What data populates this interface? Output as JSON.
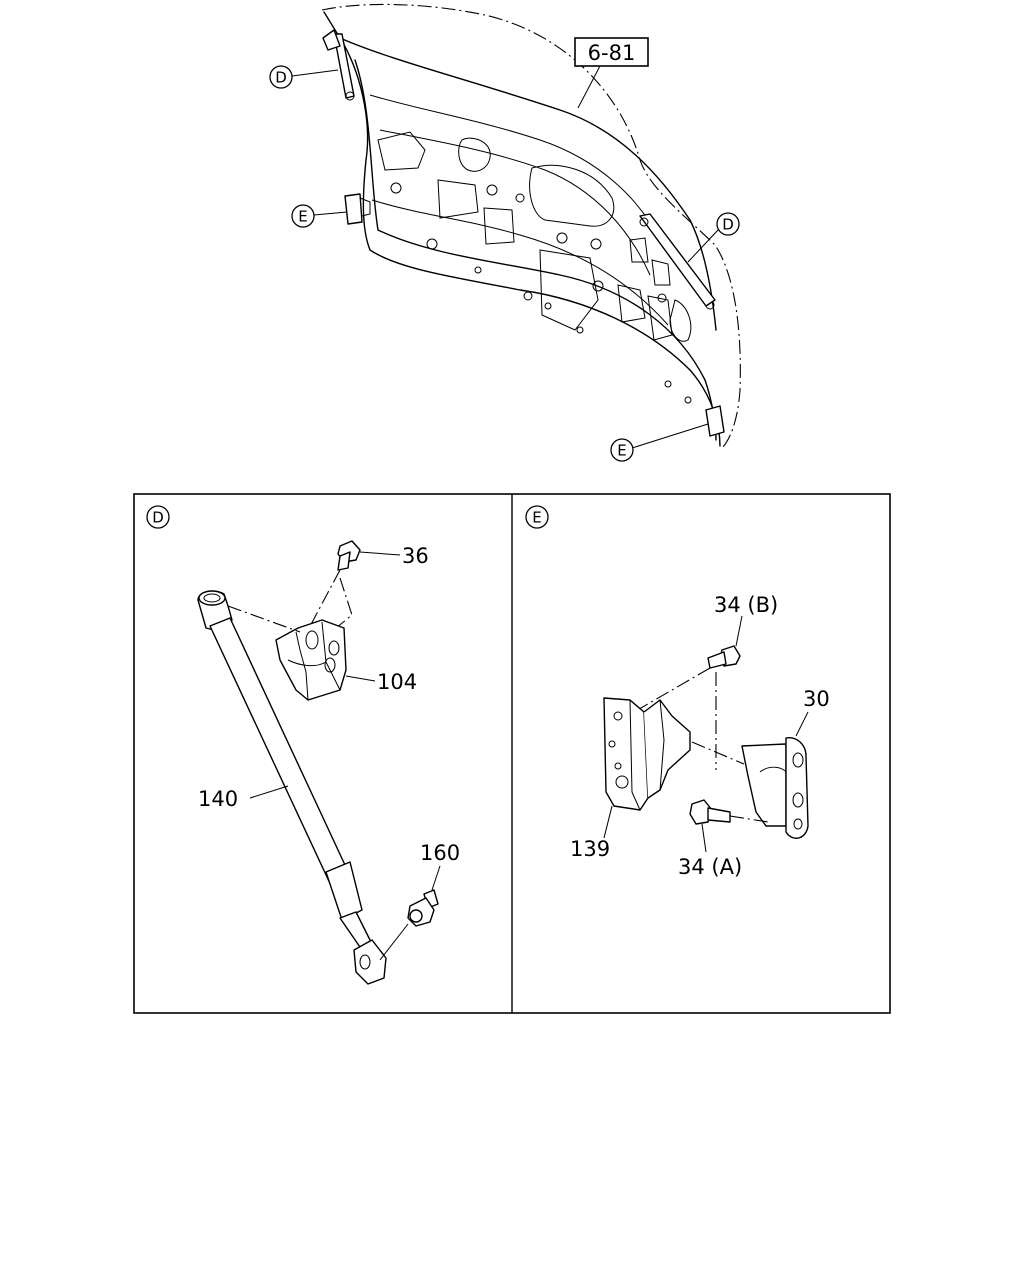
{
  "ref_box": "6-81",
  "callouts": {
    "d_upper_left": "D",
    "e_left": "E",
    "d_right": "D",
    "e_bottom": "E"
  },
  "panel_d": {
    "letter": "D",
    "parts": {
      "bolt": "36",
      "bracket": "104",
      "gas_strut": "140",
      "ball_stud": "160"
    }
  },
  "panel_e": {
    "letter": "E",
    "parts": {
      "bolt_b": "34 (B)",
      "bumper": "30",
      "hinge": "139",
      "bolt_a": "34 (A)"
    }
  }
}
